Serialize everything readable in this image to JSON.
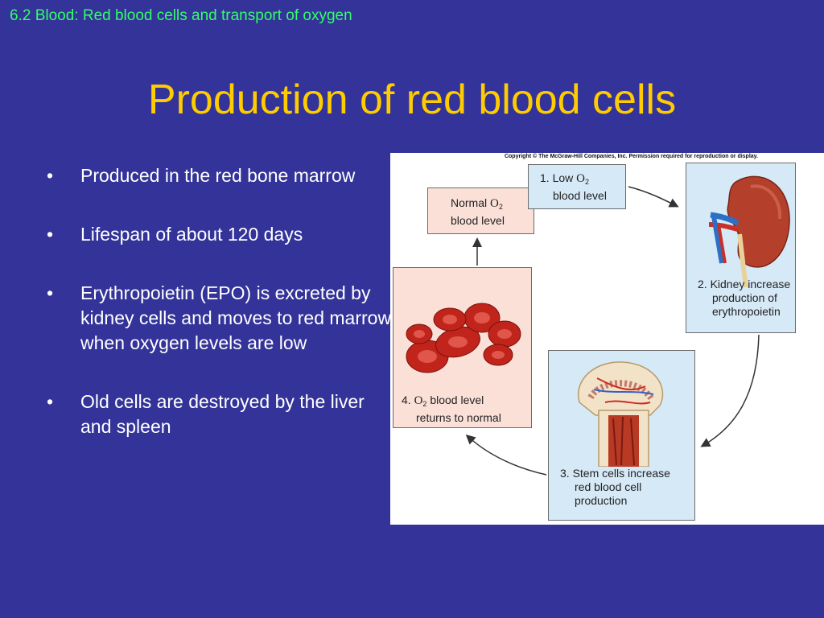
{
  "header": {
    "course_line": "6.2 Blood: Red blood cells and transport of oxygen"
  },
  "slide": {
    "title": "Production of red blood cells",
    "bullets": [
      "Produced in the red bone marrow",
      "Lifespan of about 120 days",
      "Erythropoietin (EPO) is excreted by kidney cells and moves to red marrow when oxygen levels are low",
      "Old cells are destroyed by the liver and spleen"
    ],
    "bullet_symbol": "•"
  },
  "figure": {
    "copyright": "Copyright © The McGraw-Hill Companies, Inc. Permission required for reproduction or display.",
    "normal_box": {
      "line1_prefix": "Normal ",
      "o2": "O",
      "o2_sub": "2",
      "line2": "blood level"
    },
    "step1": {
      "line1_prefix": "1. Low ",
      "o2": "O",
      "o2_sub": "2",
      "line2": "blood level"
    },
    "step2": {
      "line1": "2. Kidney increase",
      "line2": "production of",
      "line3": "erythropoietin"
    },
    "step3": {
      "line1": "3. Stem cells increase",
      "line2": "red blood cell",
      "line3": "production"
    },
    "step4": {
      "line1_prefix": "4. ",
      "o2": "O",
      "o2_sub": "2",
      "line1_suffix": " blood level",
      "line2": "returns to normal"
    }
  },
  "colors": {
    "background": "#333399",
    "header_text": "#33ff66",
    "title_text": "#ffcc00",
    "body_text": "#ffffff",
    "box_blue": "#d6e9f7",
    "box_pink": "#fbe0d8",
    "blood_cell": "#c0241a"
  }
}
